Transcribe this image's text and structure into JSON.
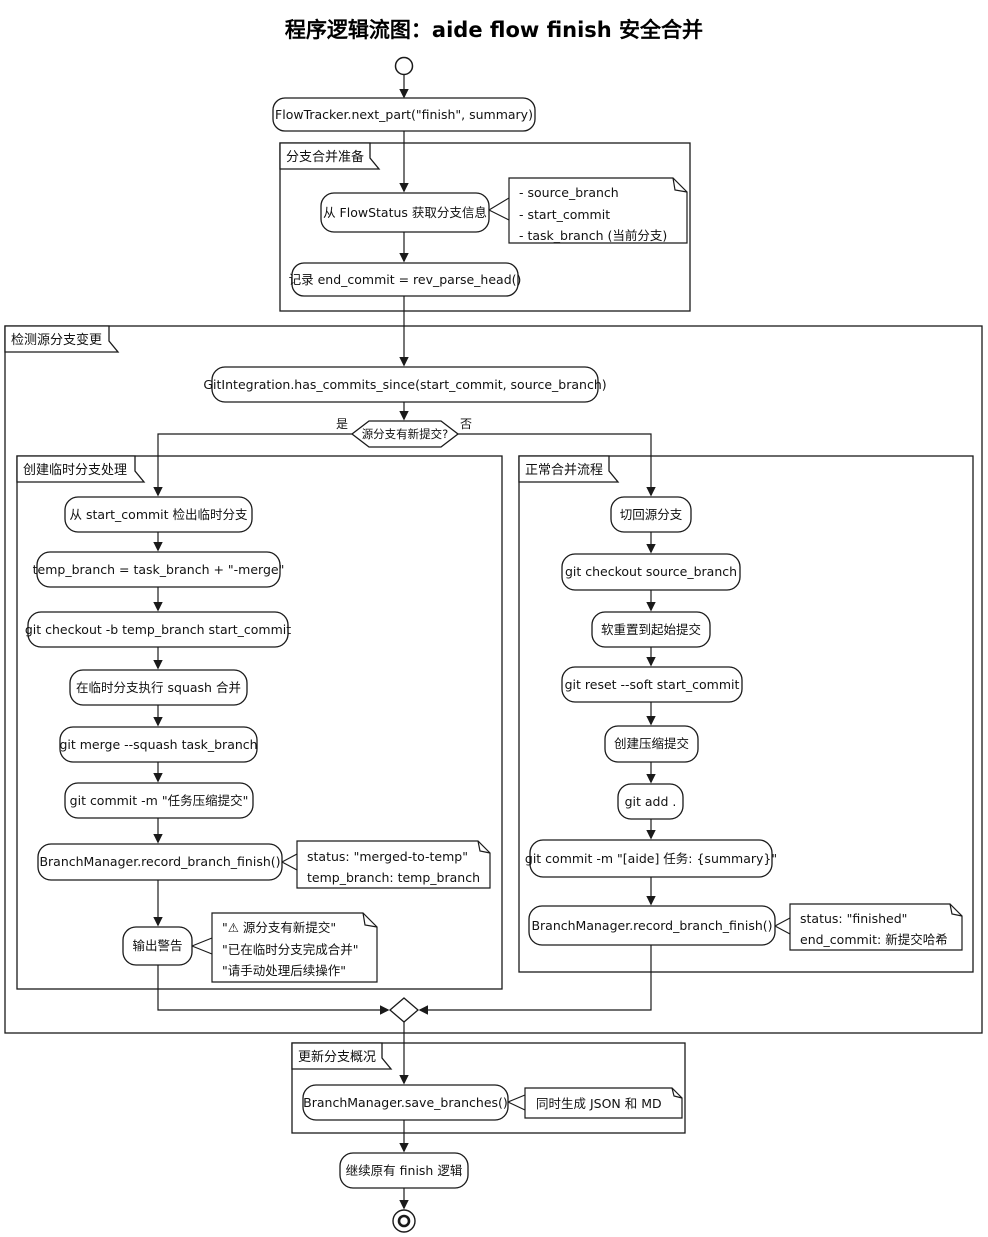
{
  "title": "程序逻辑流图：aide flow finish 安全合并",
  "colors": {
    "stroke": "#1a1a1a",
    "fill": "#ffffff"
  },
  "flow": {
    "entry_call": "FlowTracker.next_part(\"finish\", summary)",
    "final_step": "继续原有 finish 逻辑"
  },
  "partitions": {
    "prepare": {
      "label": "分支合并准备",
      "get_info": "从 FlowStatus 获取分支信息",
      "info_note": {
        "lines": [
          "- source_branch",
          "- start_commit",
          "- task_branch (当前分支)"
        ]
      },
      "record_end": "记录 end_commit = rev_parse_head()"
    },
    "detect": {
      "label": "检测源分支变更",
      "check_call": "GitIntegration.has_commits_since(start_commit, source_branch)",
      "decision": "源分支有新提交?",
      "yes_label": "是",
      "no_label": "否"
    },
    "temp": {
      "label": "创建临时分支处理",
      "steps": [
        "从 start_commit 检出临时分支",
        "temp_branch = task_branch + \"-merge\"",
        "git checkout -b temp_branch start_commit",
        "在临时分支执行 squash 合并",
        "git merge --squash task_branch",
        "git commit -m \"任务压缩提交\"",
        "BranchManager.record_branch_finish()"
      ],
      "record_note": {
        "lines": [
          "status: \"merged-to-temp\"",
          "temp_branch: temp_branch"
        ]
      },
      "warn_step": "输出警告",
      "warn_note": {
        "lines": [
          "\"⚠ 源分支有新提交\"",
          "\"已在临时分支完成合并\"",
          "\"请手动处理后续操作\""
        ]
      }
    },
    "normal": {
      "label": "正常合并流程",
      "steps": [
        "切回源分支",
        "git checkout source_branch",
        "软重置到起始提交",
        "git reset --soft start_commit",
        "创建压缩提交",
        "git add .",
        "git commit -m \"[aide] 任务: {summary}\"",
        "BranchManager.record_branch_finish()"
      ],
      "record_note": {
        "lines": [
          "status: \"finished\"",
          "end_commit: 新提交哈希"
        ]
      }
    },
    "update": {
      "label": "更新分支概况",
      "save_call": "BranchManager.save_branches()",
      "note": "同时生成 JSON 和 MD"
    }
  }
}
